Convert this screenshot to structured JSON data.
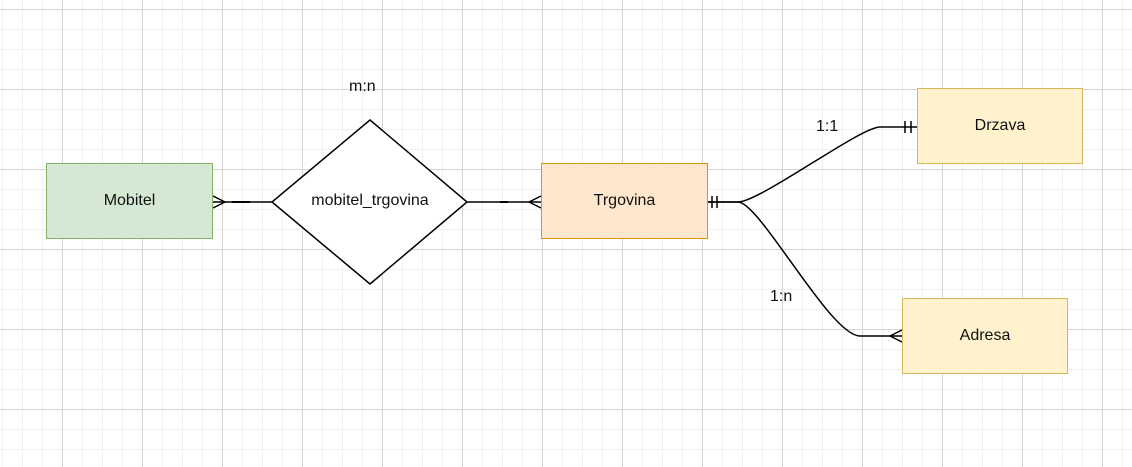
{
  "diagram": {
    "entities": [
      {
        "id": "mobitel",
        "label": "Mobitel",
        "fill": "#d5e8d4",
        "stroke": "#82b366"
      },
      {
        "id": "trgovina",
        "label": "Trgovina",
        "fill": "#ffe6cc",
        "stroke": "#d79b00"
      },
      {
        "id": "drzava",
        "label": "Drzava",
        "fill": "#fff2cc",
        "stroke": "#d6b656"
      },
      {
        "id": "adresa",
        "label": "Adresa",
        "fill": "#fff2cc",
        "stroke": "#d6b656"
      }
    ],
    "relationship": {
      "label": "mobitel_trgovina",
      "cardinality": "m:n"
    },
    "links": [
      {
        "from": "trgovina",
        "to": "drzava",
        "cardinality": "1:1"
      },
      {
        "from": "trgovina",
        "to": "adresa",
        "cardinality": "1:n"
      }
    ]
  }
}
